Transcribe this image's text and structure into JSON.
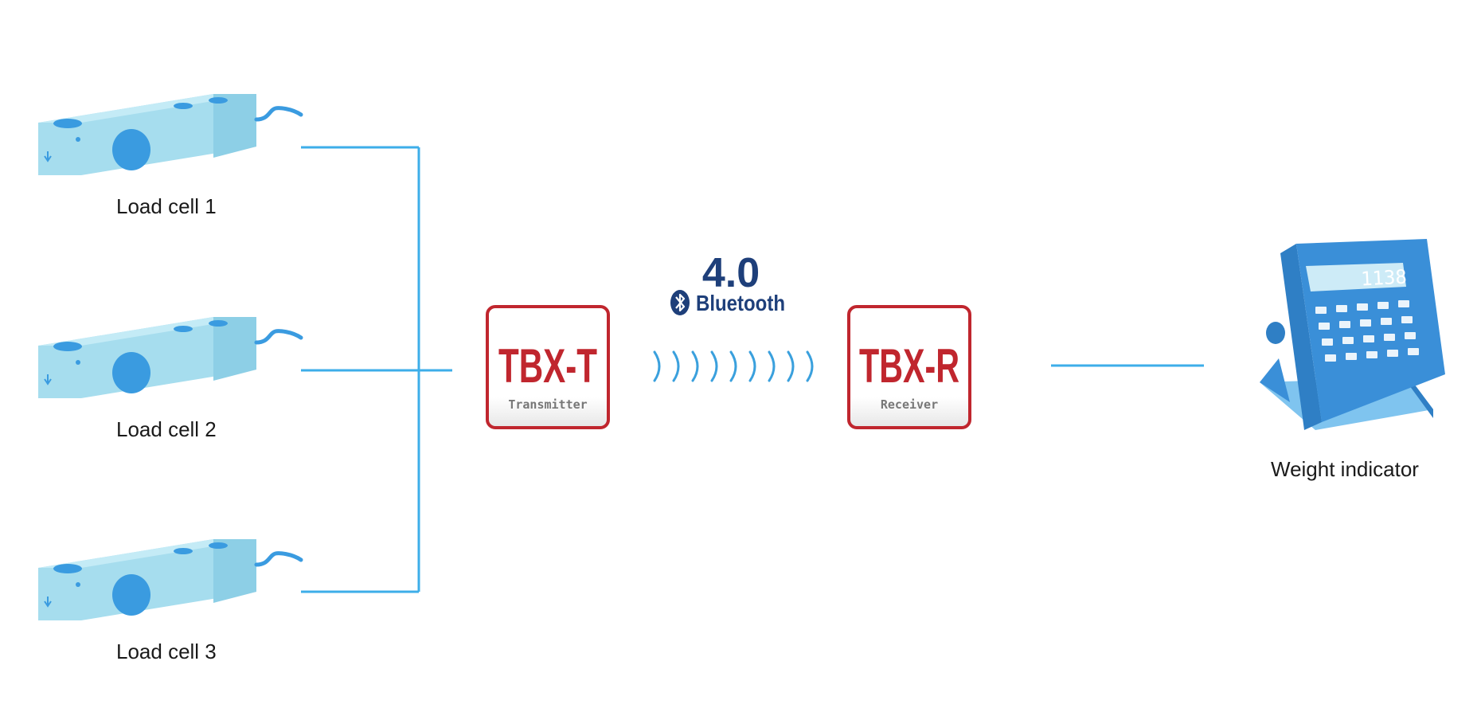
{
  "load_cells": [
    {
      "label": "Load cell 1"
    },
    {
      "label": "Load cell 2"
    },
    {
      "label": "Load cell 3"
    }
  ],
  "transmitter": {
    "title": "TBX-T",
    "subtitle": "Transmitter"
  },
  "receiver": {
    "title": "TBX-R",
    "subtitle": "Receiver"
  },
  "bluetooth": {
    "version": "4.0",
    "label": "Bluetooth",
    "symbol": "bluetooth-icon"
  },
  "indicator": {
    "label": "Weight indicator",
    "display_value": "1138"
  },
  "colors": {
    "line": "#3daee9",
    "cell_body": "#9fdcef",
    "cell_dark": "#5fb6d9",
    "cell_hole": "#3a9be0",
    "box_border": "#c0262e",
    "box_text": "#c0262e",
    "signal": "#3aa0dd",
    "bt_blue": "#1e3f7a",
    "indicator_blue": "#3a8fd8"
  }
}
